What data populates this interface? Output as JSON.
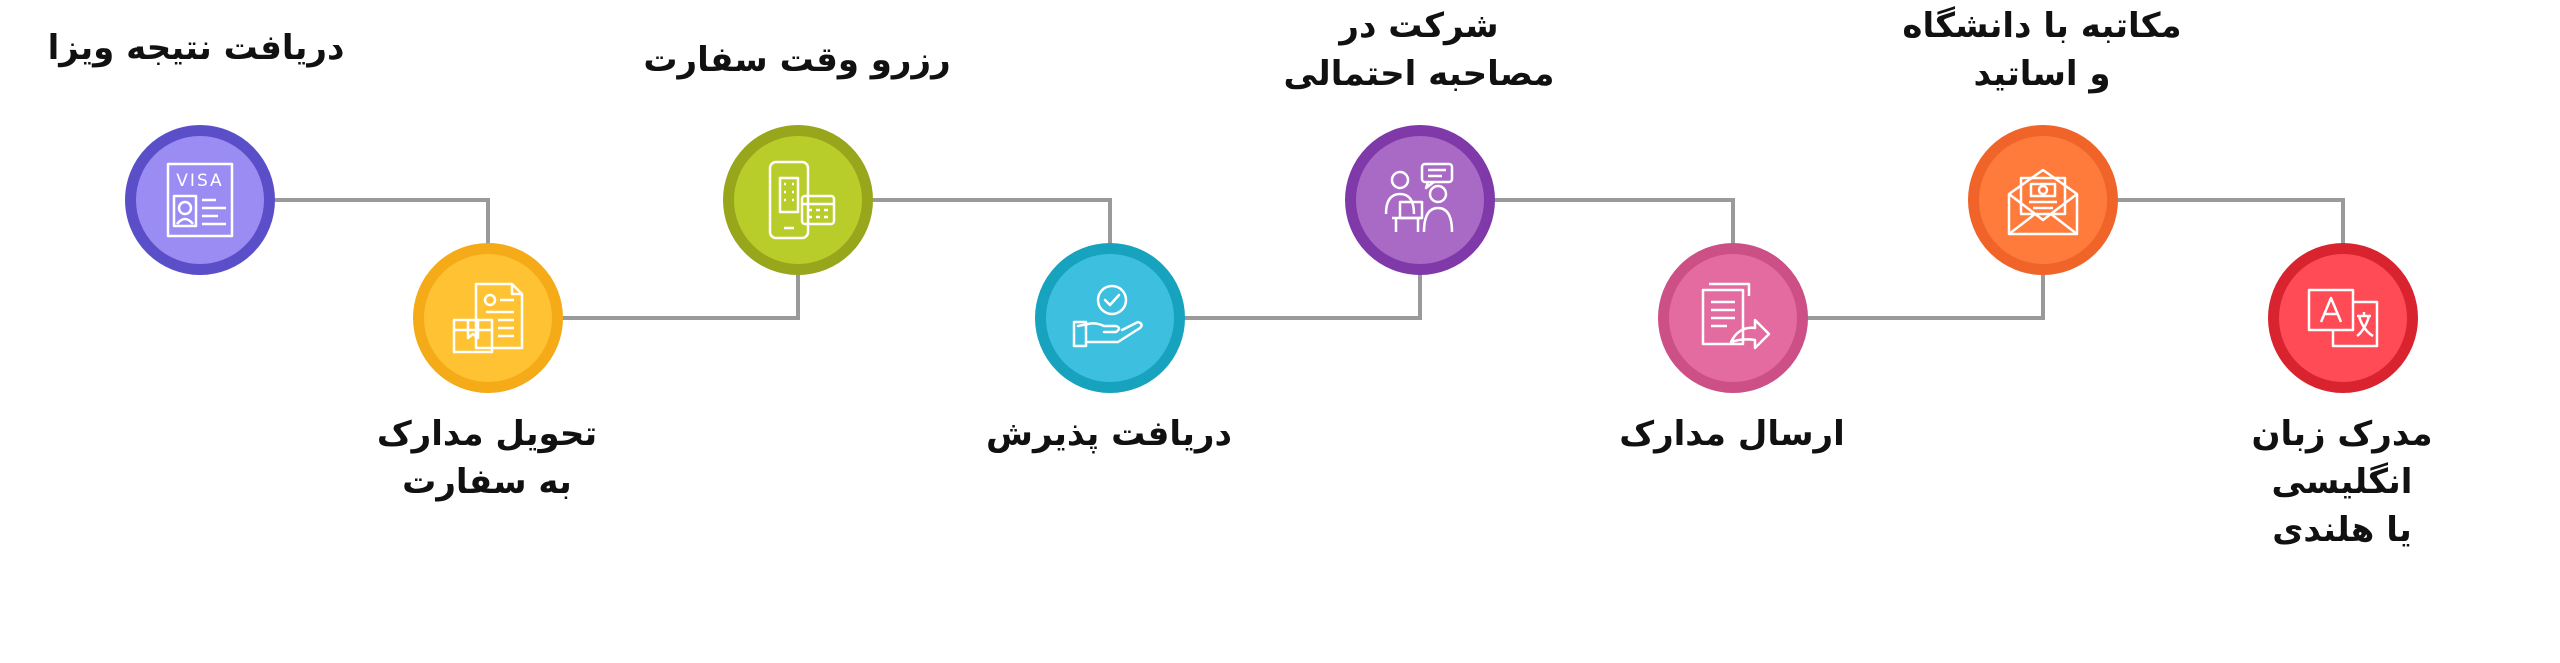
{
  "steps": [
    {
      "label": "مدرک زبان انگلیسی\nیا هلندی",
      "icon": "translate-icon",
      "fill": "#ff4b55",
      "ring": "#d92430"
    },
    {
      "label": "مکاتبه با دانشگاه\nو اساتید",
      "icon": "envelope-icon",
      "fill": "#ff7b3c",
      "ring": "#f0642a"
    },
    {
      "label": "ارسال مدارک",
      "icon": "send-document-icon",
      "fill": "#e36b9f",
      "ring": "#cc4f85"
    },
    {
      "label": "شرکت در\nمصاحبه احتمالی",
      "icon": "interview-icon",
      "fill": "#a86ac4",
      "ring": "#7f39a8"
    },
    {
      "label": "دریافت پذیرش",
      "icon": "hand-check-icon",
      "fill": "#3dbfe0",
      "ring": "#17a2bd"
    },
    {
      "label": "رزرو وقت سفارت",
      "icon": "phone-building-icon",
      "fill": "#b8cc2a",
      "ring": "#97a61b"
    },
    {
      "label": "تحویل مدارک\nبه سفارت",
      "icon": "documents-box-icon",
      "fill": "#ffc233",
      "ring": "#f5aa17"
    },
    {
      "label": "دریافت نتیجه ویزا",
      "icon": "visa-card-icon",
      "fill": "#9a8cf2",
      "ring": "#5a4fc9"
    }
  ],
  "icon_text": {
    "visa": "VISA",
    "translate_a": "A"
  },
  "colors": {
    "connector": "#9a9a9a",
    "text": "#111111",
    "icon_stroke": "#ffffff"
  }
}
